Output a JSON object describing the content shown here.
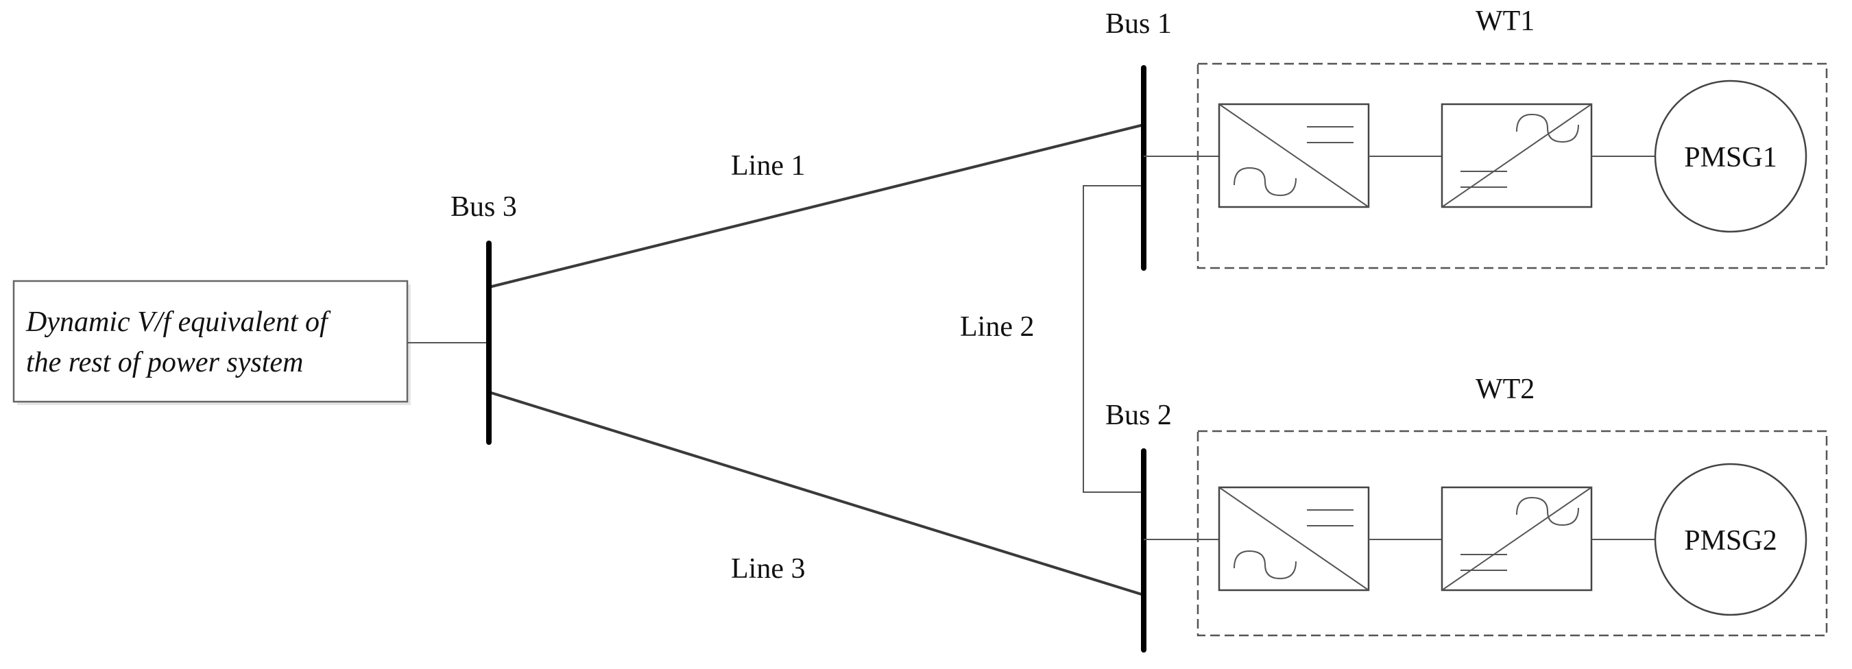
{
  "equivalent": {
    "line1": "Dynamic V/f equivalent of",
    "line2": "the rest of power system"
  },
  "buses": {
    "bus1": "Bus 1",
    "bus2": "Bus 2",
    "bus3": "Bus 3"
  },
  "lines": {
    "line1": "Line 1",
    "line2": "Line 2",
    "line3": "Line 3"
  },
  "turbines": {
    "wt1": {
      "label": "WT1",
      "generator": "PMSG1"
    },
    "wt2": {
      "label": "WT2",
      "generator": "PMSG2"
    }
  }
}
